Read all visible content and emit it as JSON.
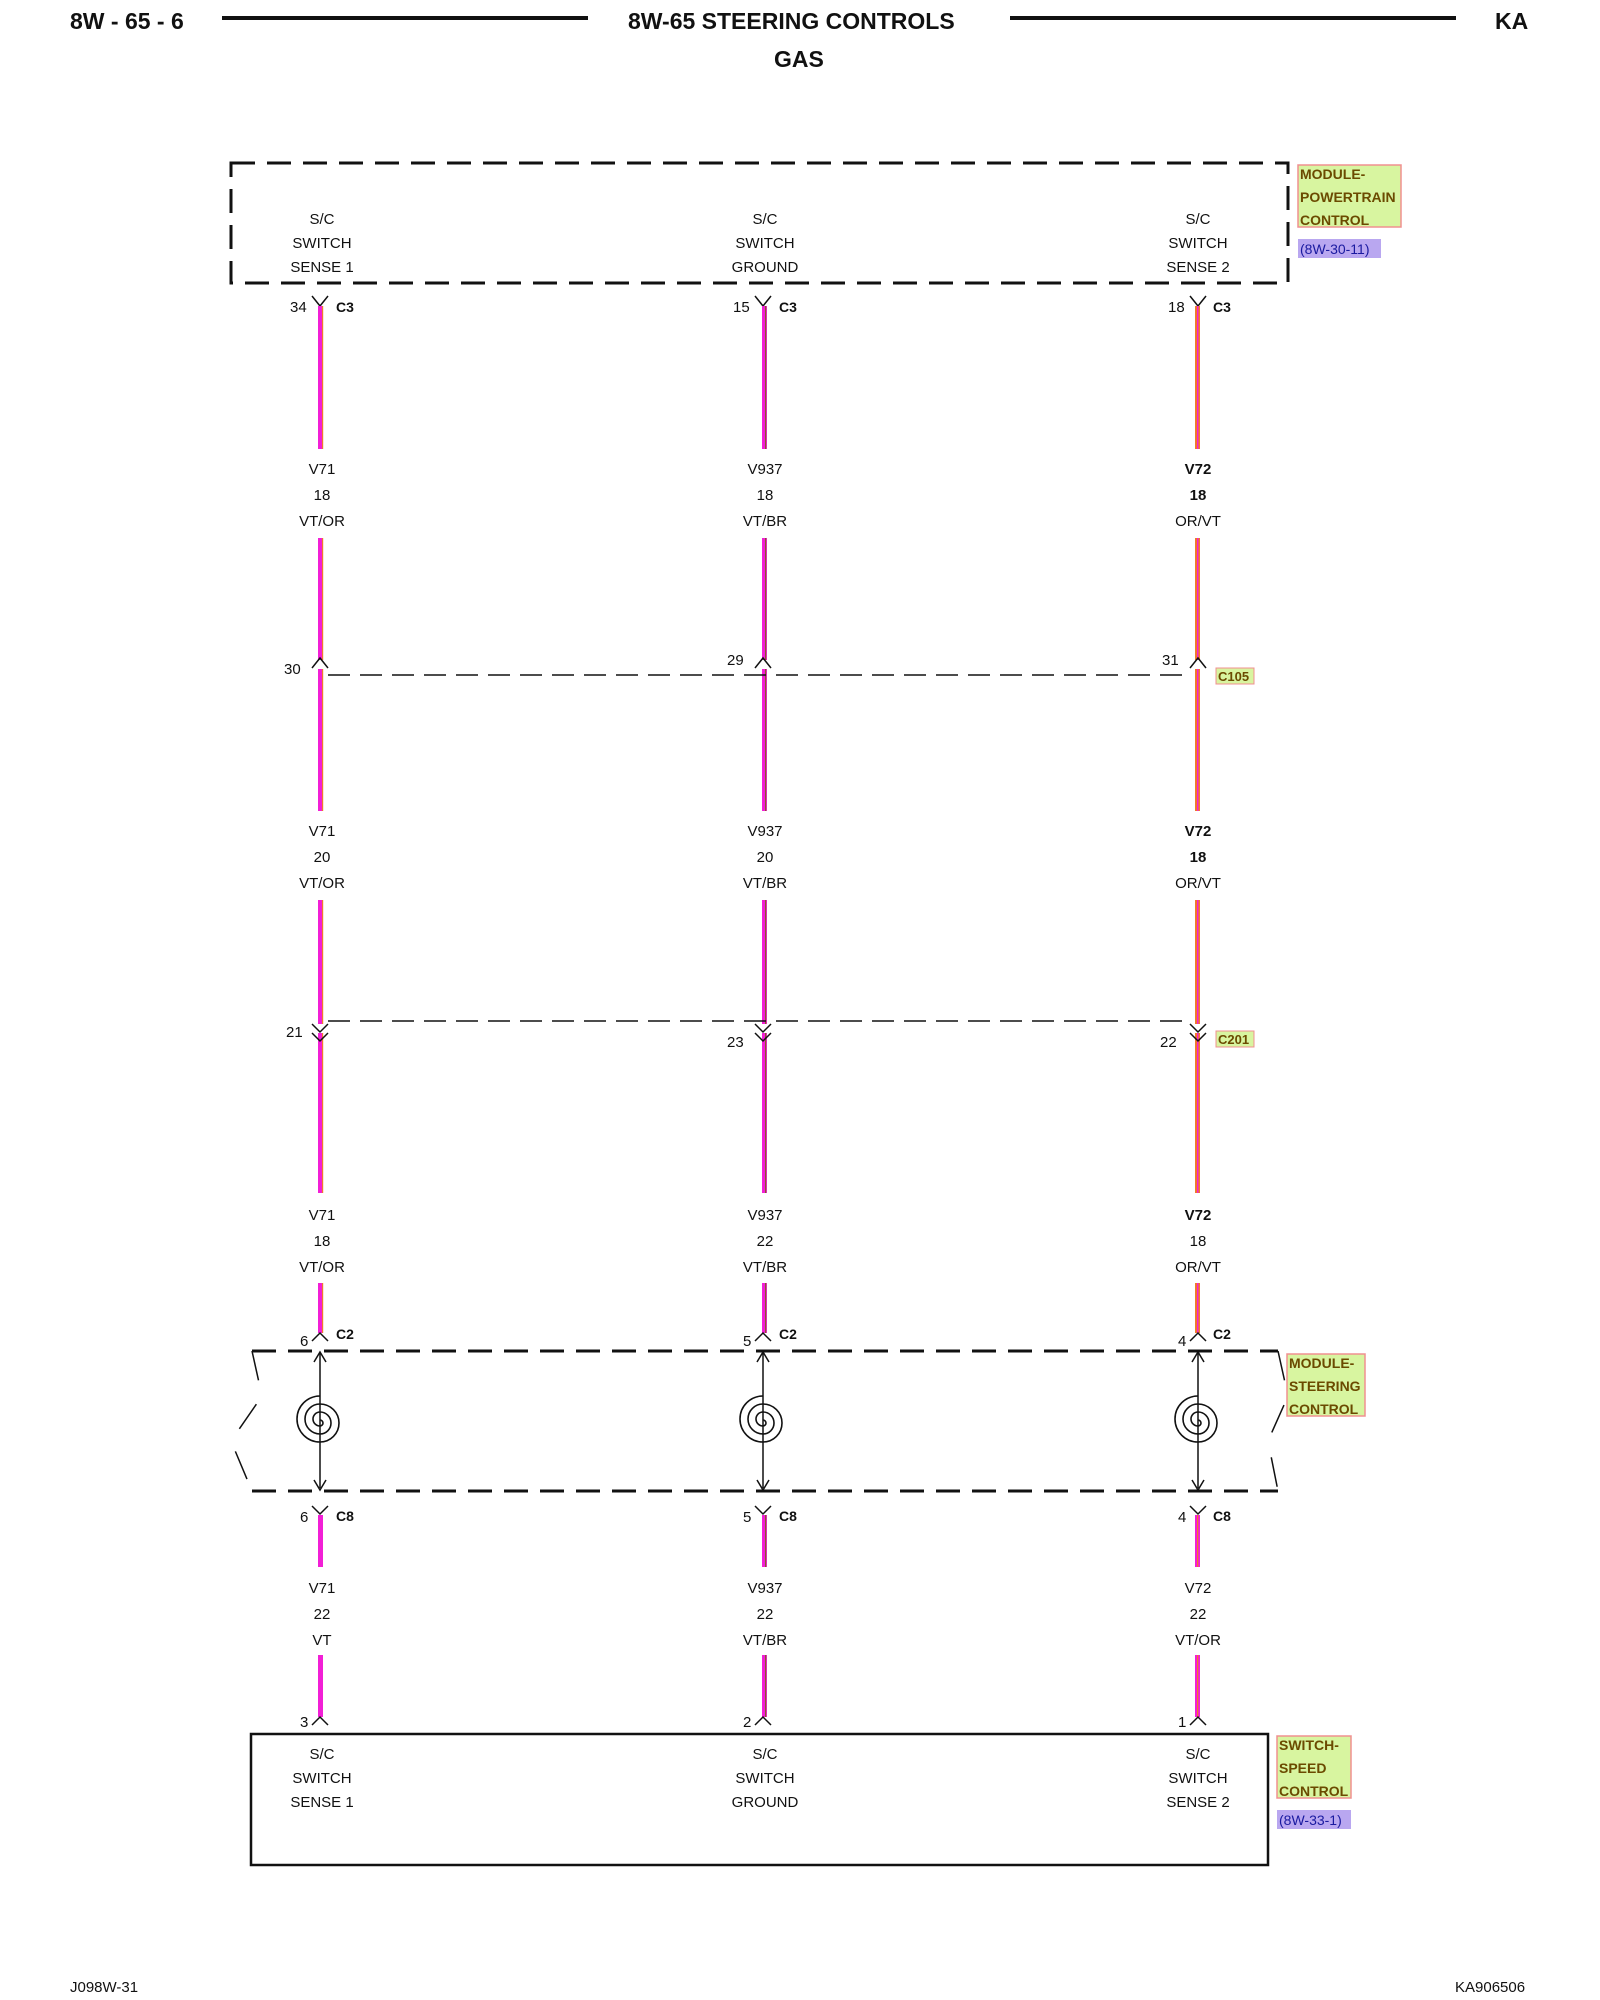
{
  "header": {
    "page_number": "8W - 65 - 6",
    "title": "8W-65 STEERING CONTROLS",
    "subtitle": "GAS",
    "model_code": "KA"
  },
  "footer": {
    "left_code": "J098W-31",
    "right_code": "KA906506"
  },
  "modules": {
    "pcm": {
      "name_lines": [
        "MODULE-",
        "POWERTRAIN",
        "CONTROL"
      ],
      "ref": "(8W-30-11)",
      "pins": [
        {
          "label_lines": [
            "S/C",
            "SWITCH",
            "SENSE 1"
          ],
          "pin": "34",
          "connector": "C3"
        },
        {
          "label_lines": [
            "S/C",
            "SWITCH",
            "GROUND"
          ],
          "pin": "15",
          "connector": "C3"
        },
        {
          "label_lines": [
            "S/C",
            "SWITCH",
            "SENSE 2"
          ],
          "pin": "18",
          "connector": "C3"
        }
      ]
    },
    "scm": {
      "name_lines": [
        "MODULE-",
        "STEERING",
        "CONTROL"
      ],
      "top_pins": [
        {
          "pin": "6",
          "connector": "C2"
        },
        {
          "pin": "5",
          "connector": "C2"
        },
        {
          "pin": "4",
          "connector": "C2"
        }
      ],
      "bottom_pins": [
        {
          "pin": "6",
          "connector": "C8"
        },
        {
          "pin": "5",
          "connector": "C8"
        },
        {
          "pin": "4",
          "connector": "C8"
        }
      ]
    },
    "switch": {
      "name_lines": [
        "SWITCH-",
        "SPEED",
        "CONTROL"
      ],
      "ref": "(8W-33-1)",
      "pins": [
        {
          "label_lines": [
            "S/C",
            "SWITCH",
            "SENSE 1"
          ],
          "pin": "3"
        },
        {
          "label_lines": [
            "S/C",
            "SWITCH",
            "GROUND"
          ],
          "pin": "2"
        },
        {
          "label_lines": [
            "S/C",
            "SWITCH",
            "SENSE 2"
          ],
          "pin": "1"
        }
      ]
    }
  },
  "inline_connectors": [
    {
      "name": "C105",
      "pins": [
        "30",
        "29",
        "31"
      ]
    },
    {
      "name": "C201",
      "pins": [
        "21",
        "23",
        "22"
      ]
    }
  ],
  "wire_segments": [
    [
      {
        "circuit": "V71",
        "gauge": "18",
        "color": "VT/OR"
      },
      {
        "circuit": "V937",
        "gauge": "18",
        "color": "VT/BR"
      },
      {
        "circuit": "V72",
        "gauge": "18",
        "color": "OR/VT"
      }
    ],
    [
      {
        "circuit": "V71",
        "gauge": "20",
        "color": "VT/OR"
      },
      {
        "circuit": "V937",
        "gauge": "20",
        "color": "VT/BR"
      },
      {
        "circuit": "V72",
        "gauge": "18",
        "color": "OR/VT"
      }
    ],
    [
      {
        "circuit": "V71",
        "gauge": "18",
        "color": "VT/OR"
      },
      {
        "circuit": "V937",
        "gauge": "22",
        "color": "VT/BR"
      },
      {
        "circuit": "V72",
        "gauge": "18",
        "color": "OR/VT"
      }
    ],
    [
      {
        "circuit": "V71",
        "gauge": "22",
        "color": "VT"
      },
      {
        "circuit": "V937",
        "gauge": "22",
        "color": "VT/BR"
      },
      {
        "circuit": "V72",
        "gauge": "22",
        "color": "VT/OR"
      }
    ]
  ],
  "colors": {
    "violet": "#f21fd6",
    "orange": "#f07a2a",
    "brown": "#8a5a2b",
    "module_tag_bg": "#d8f5a0",
    "module_tag_border": "#f09090",
    "ref_tag_bg": "#b9a7f0"
  }
}
